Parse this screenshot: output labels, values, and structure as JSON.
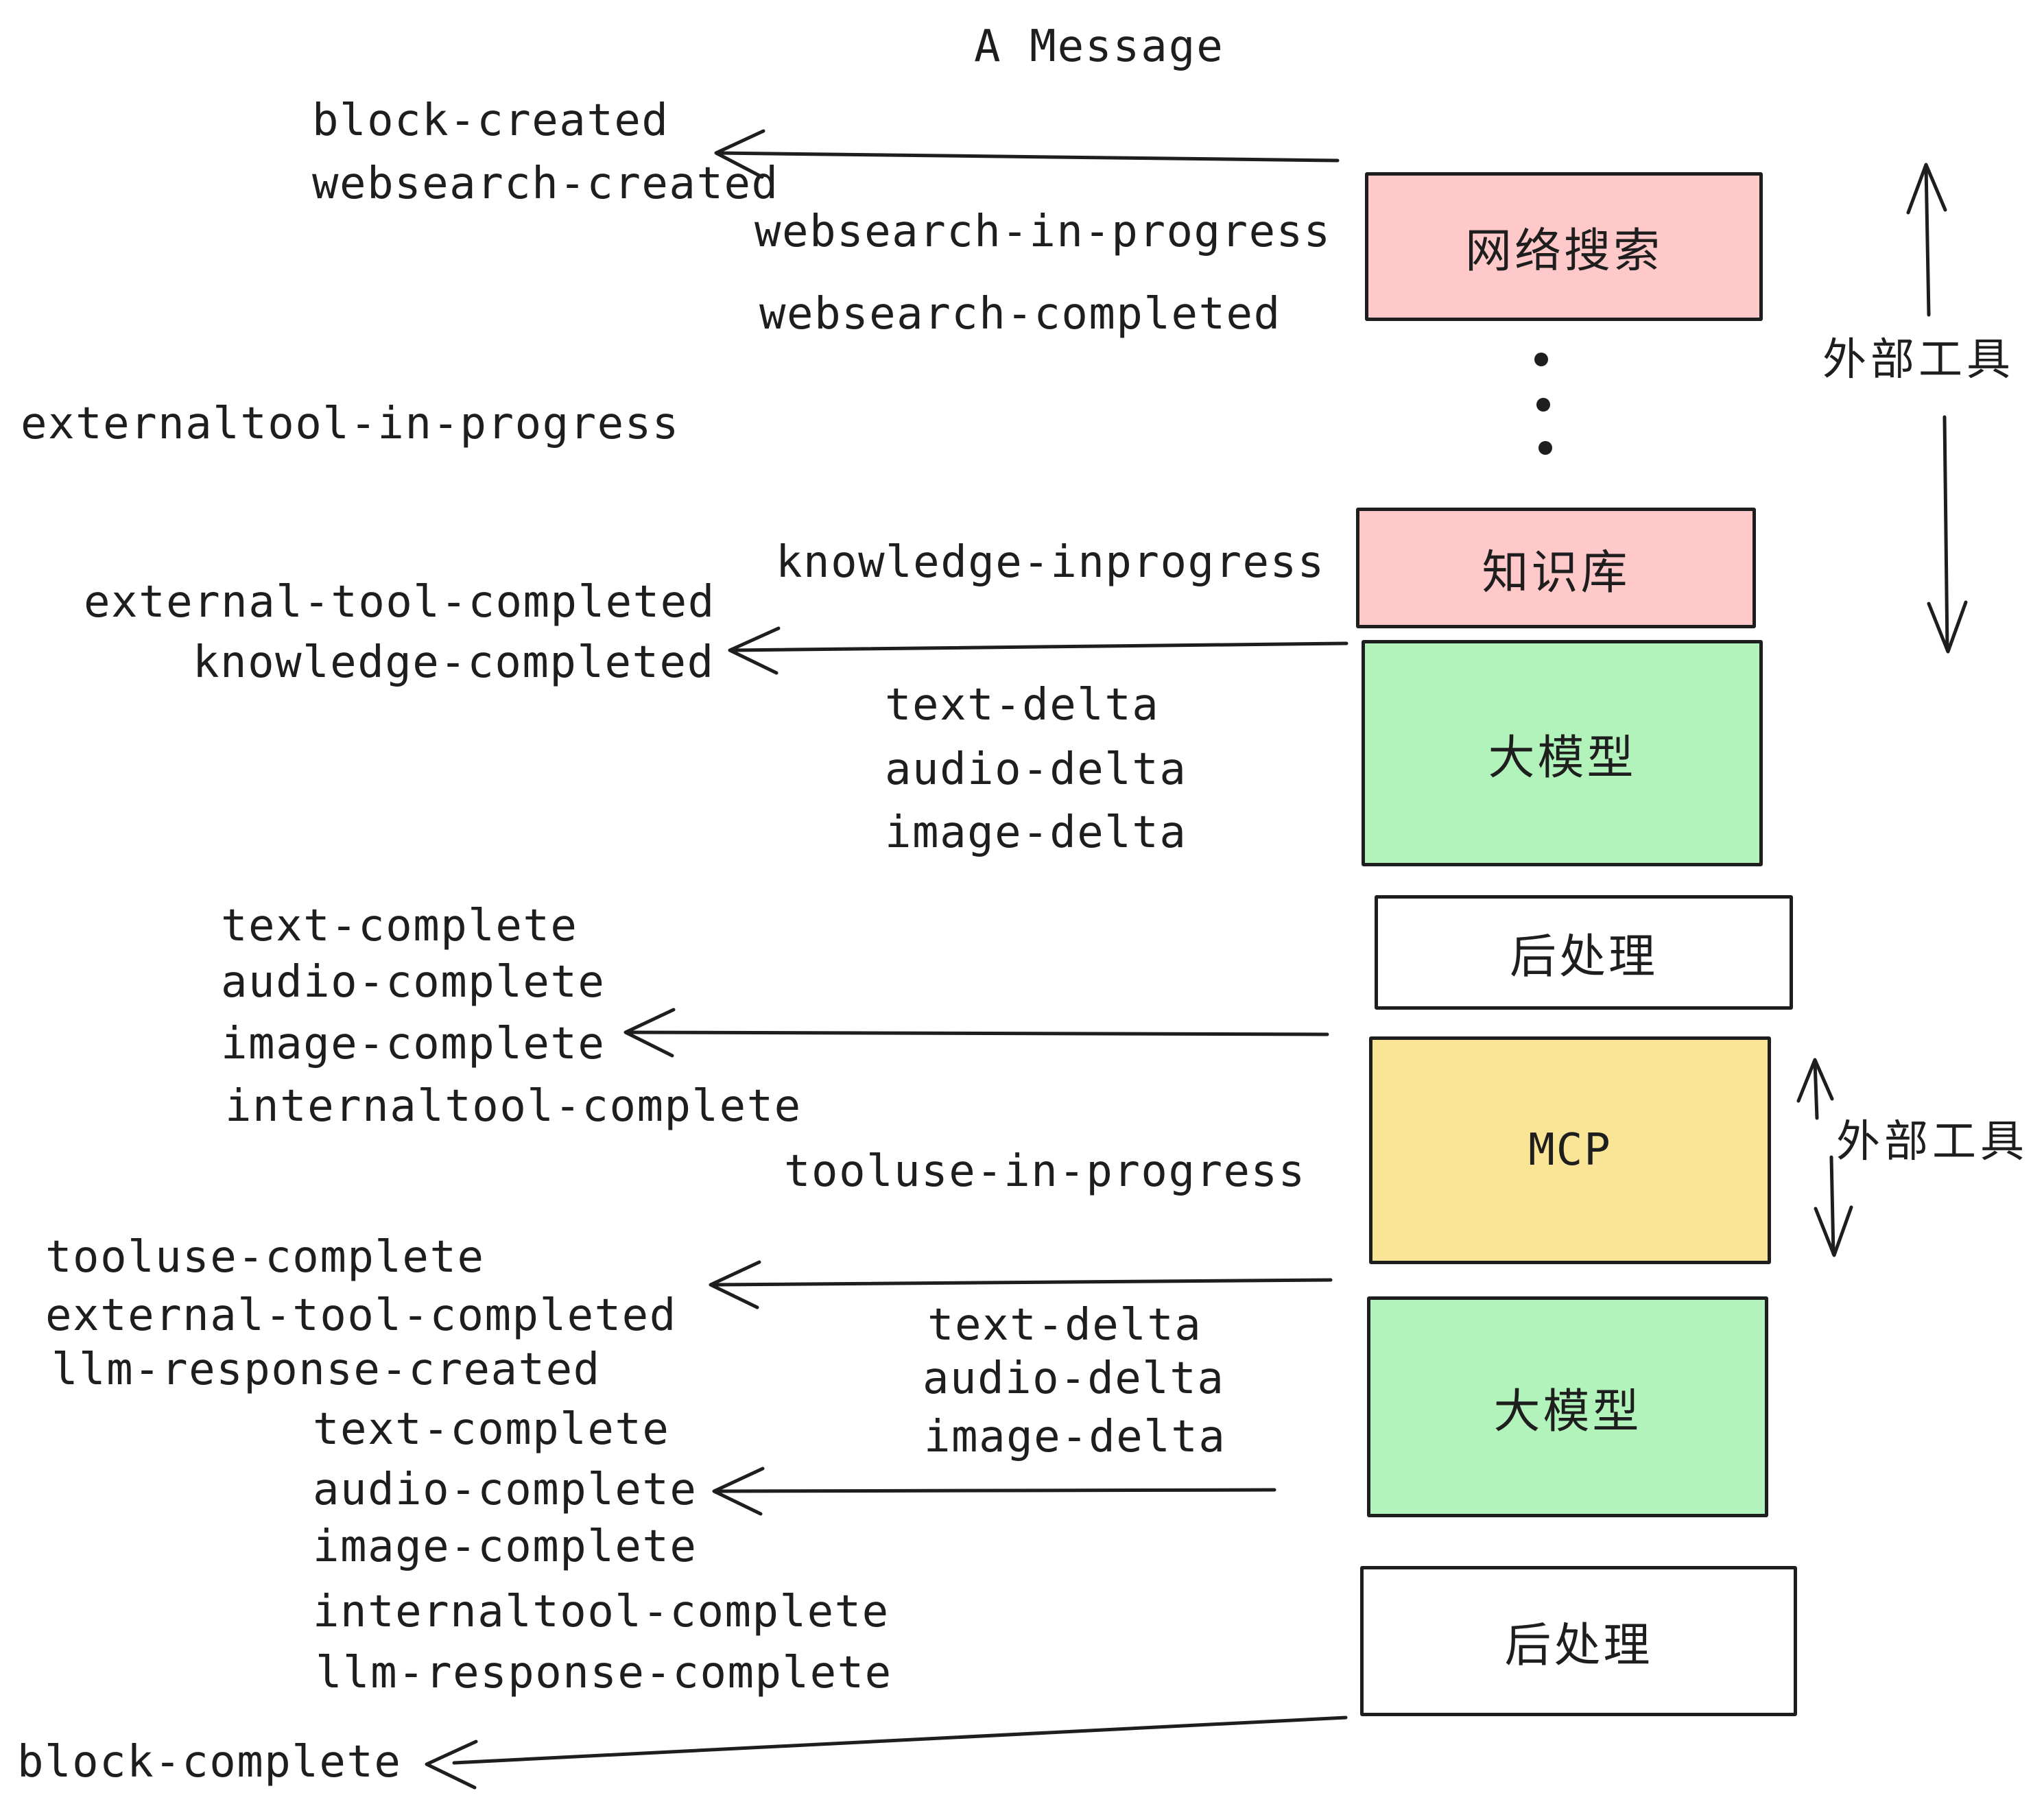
{
  "title": "A Message",
  "events": {
    "block_created": "block-created",
    "websearch_created": "websearch-created",
    "websearch_in_progress": "websearch-in-progress",
    "websearch_completed": "websearch-completed",
    "externaltool_in_progress": "externaltool-in-progress",
    "knowledge_inprogress": "knowledge-inprogress",
    "external_tool_completed": "external-tool-completed",
    "knowledge_completed": "knowledge-completed",
    "text_delta": "text-delta",
    "audio_delta": "audio-delta",
    "image_delta": "image-delta",
    "text_complete": "text-complete",
    "audio_complete": "audio-complete",
    "image_complete": "image-complete",
    "internaltool_complete": "internaltool-complete",
    "tooluse_in_progress": "tooluse-in-progress",
    "tooluse_complete": "tooluse-complete",
    "llm_response_created": "llm-response-created",
    "llm_response_complete": "llm-response-complete",
    "block_complete": "block-complete"
  },
  "boxes": {
    "websearch": "网络搜索",
    "knowledge": "知识库",
    "llm": "大模型",
    "postprocess": "后处理",
    "mcp": "MCP"
  },
  "annotations": {
    "external_tool": "外部工具"
  },
  "colors": {
    "pink": "#ffc9c9",
    "green": "#b2f2bb",
    "yellow": "#fae596",
    "white": "#ffffff",
    "stroke": "#1e1e1e"
  }
}
